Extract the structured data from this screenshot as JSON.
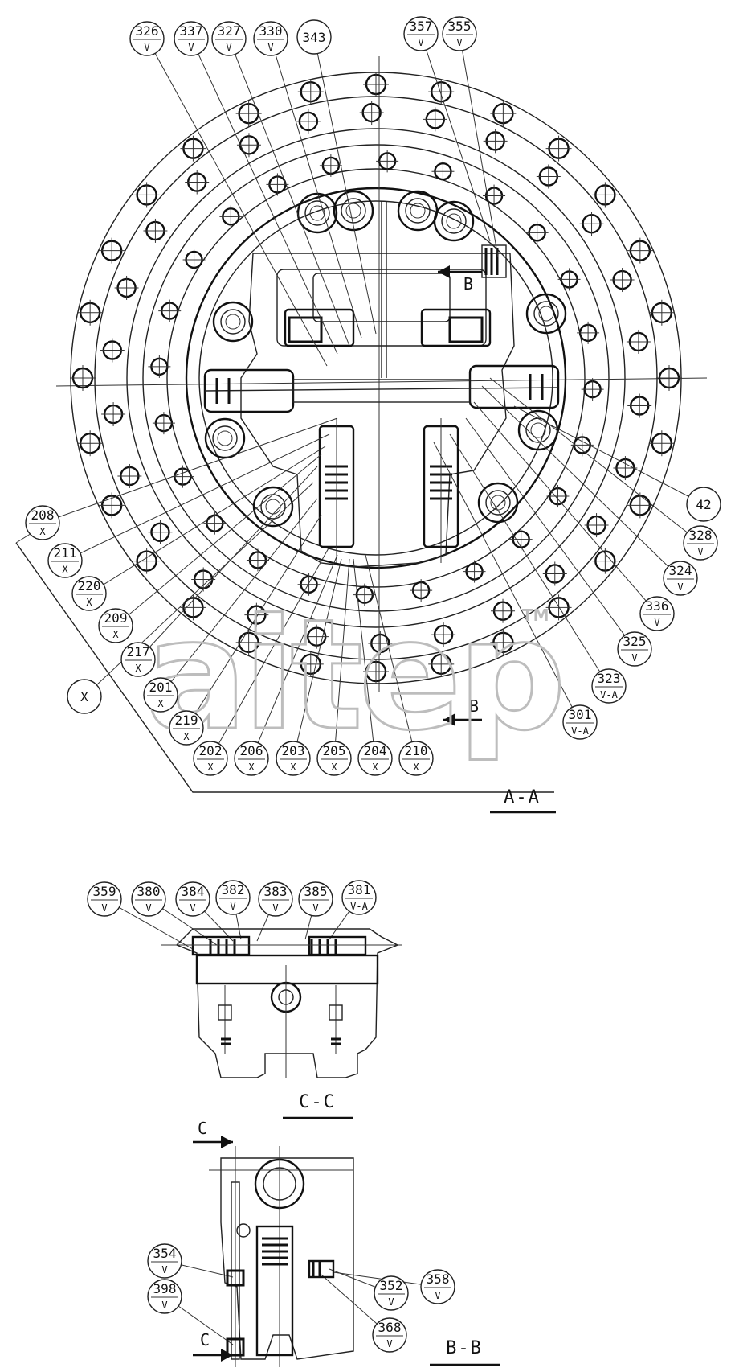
{
  "sections": {
    "aa": {
      "title": "A-A"
    },
    "cc": {
      "title": "C-C"
    },
    "bb": {
      "title": "B-B"
    }
  },
  "section_markers": {
    "b_top": "B",
    "b_bottom": "B",
    "c_top": "C",
    "c_bottom": "C"
  },
  "callouts_aa": [
    {
      "num": "326",
      "sub": "V"
    },
    {
      "num": "337",
      "sub": "V"
    },
    {
      "num": "327",
      "sub": "V"
    },
    {
      "num": "330",
      "sub": "V"
    },
    {
      "num": "343",
      "sub": ""
    },
    {
      "num": "357",
      "sub": "V"
    },
    {
      "num": "355",
      "sub": "V"
    },
    {
      "num": "42",
      "sub": ""
    },
    {
      "num": "328",
      "sub": "V"
    },
    {
      "num": "324",
      "sub": "V"
    },
    {
      "num": "336",
      "sub": "V"
    },
    {
      "num": "325",
      "sub": "V"
    },
    {
      "num": "323",
      "sub": "V-A"
    },
    {
      "num": "301",
      "sub": "V-A"
    },
    {
      "num": "208",
      "sub": "X"
    },
    {
      "num": "211",
      "sub": "X"
    },
    {
      "num": "220",
      "sub": "X"
    },
    {
      "num": "209",
      "sub": "X"
    },
    {
      "num": "217",
      "sub": "X"
    },
    {
      "num": "X",
      "sub": ""
    },
    {
      "num": "201",
      "sub": "X"
    },
    {
      "num": "219",
      "sub": "X"
    },
    {
      "num": "202",
      "sub": "X"
    },
    {
      "num": "206",
      "sub": "X"
    },
    {
      "num": "203",
      "sub": "X"
    },
    {
      "num": "205",
      "sub": "X"
    },
    {
      "num": "204",
      "sub": "X"
    },
    {
      "num": "210",
      "sub": "X"
    }
  ],
  "callouts_cc": [
    {
      "num": "359",
      "sub": "V"
    },
    {
      "num": "380",
      "sub": "V"
    },
    {
      "num": "384",
      "sub": "V"
    },
    {
      "num": "382",
      "sub": "V"
    },
    {
      "num": "383",
      "sub": "V"
    },
    {
      "num": "385",
      "sub": "V"
    },
    {
      "num": "381",
      "sub": "V-A"
    }
  ],
  "callouts_bb": [
    {
      "num": "354",
      "sub": "V"
    },
    {
      "num": "398",
      "sub": "V"
    },
    {
      "num": "352",
      "sub": "V"
    },
    {
      "num": "358",
      "sub": "V"
    },
    {
      "num": "368",
      "sub": "V"
    }
  ],
  "watermark": {
    "text": "aitep",
    "tm": "TM"
  }
}
